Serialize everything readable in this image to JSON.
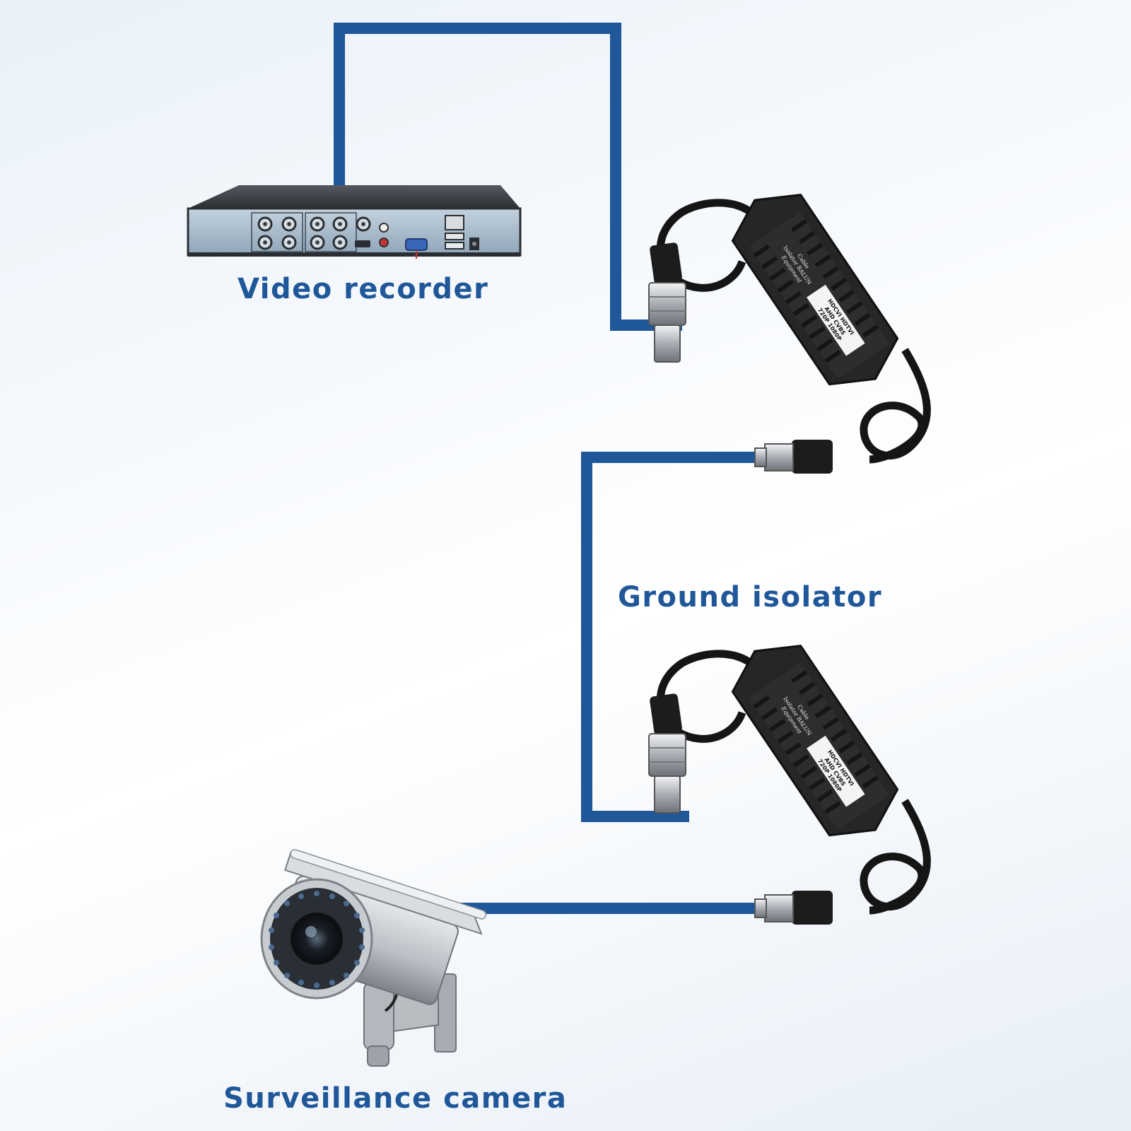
{
  "labels": {
    "video_recorder": "Video recorder",
    "ground_isolator": "Ground isolator",
    "surveillance_camera": "Surveillance camera"
  },
  "isolator_print": {
    "line1": "HDCVI HDTVI",
    "line2": "AHD CVBS",
    "line3": "720P 1080P",
    "line4": "Cable",
    "line5": "Isolator BALUN",
    "line6": "Equipment"
  },
  "colors": {
    "cable": "#1f5799",
    "label": "#1f5799",
    "isolator_body": "#262626",
    "recorder_body": "#3a3d42",
    "recorder_panel": "#aabdcd"
  },
  "icons": {
    "recorder": "video-recorder-icon",
    "isolator": "ground-isolator-icon",
    "camera": "surveillance-camera-icon"
  }
}
